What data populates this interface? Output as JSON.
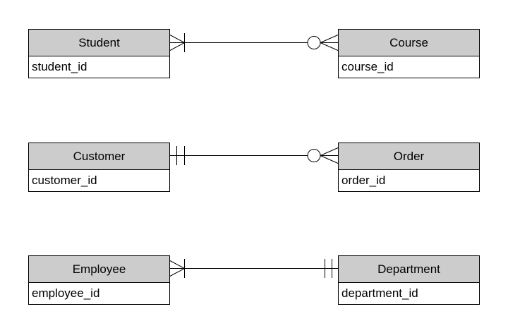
{
  "diagram": {
    "type": "entity-relationship-diagram",
    "notation": "crows-foot",
    "colors": {
      "background": "#ffffff",
      "entity_header_fill": "#cccccc",
      "entity_body_fill": "#ffffff",
      "border": "#000000",
      "connector": "#000000"
    },
    "entities": [
      {
        "name": "Student",
        "attribute": "student_id"
      },
      {
        "name": "Course",
        "attribute": "course_id"
      },
      {
        "name": "Customer",
        "attribute": "customer_id"
      },
      {
        "name": "Order",
        "attribute": "order_id"
      },
      {
        "name": "Employee",
        "attribute": "employee_id"
      },
      {
        "name": "Department",
        "attribute": "department_id"
      }
    ],
    "relationships": [
      {
        "from": "Student",
        "to": "Course",
        "from_cardinality": "one or many",
        "to_cardinality": "zero or many"
      },
      {
        "from": "Customer",
        "to": "Order",
        "from_cardinality": "one and only one",
        "to_cardinality": "zero or many"
      },
      {
        "from": "Employee",
        "to": "Department",
        "from_cardinality": "one or many",
        "to_cardinality": "one and only one"
      }
    ]
  }
}
